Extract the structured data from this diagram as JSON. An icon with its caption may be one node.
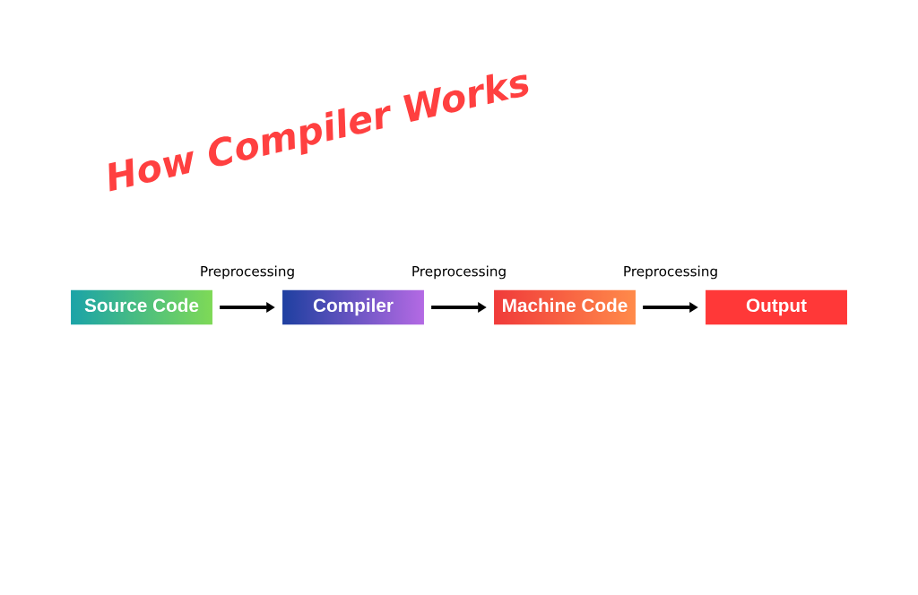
{
  "diagram": {
    "title": "How Compiler Works",
    "nodes": [
      {
        "text": [
          "Source Code"
        ]
      },
      {
        "text": [
          "Compiler"
        ]
      },
      {
        "text": [
          "Machine Code"
        ]
      },
      {
        "text": [
          "Output"
        ]
      }
    ],
    "edges": [
      {
        "from": 0,
        "to": 1,
        "arrow": "to",
        "label": "Preprocessing"
      },
      {
        "from": 1,
        "to": 2,
        "arrow": "to",
        "label": "Preprocessing"
      },
      {
        "from": 2,
        "to": 3,
        "arrow": "to",
        "label": "Preprocessing"
      }
    ]
  }
}
